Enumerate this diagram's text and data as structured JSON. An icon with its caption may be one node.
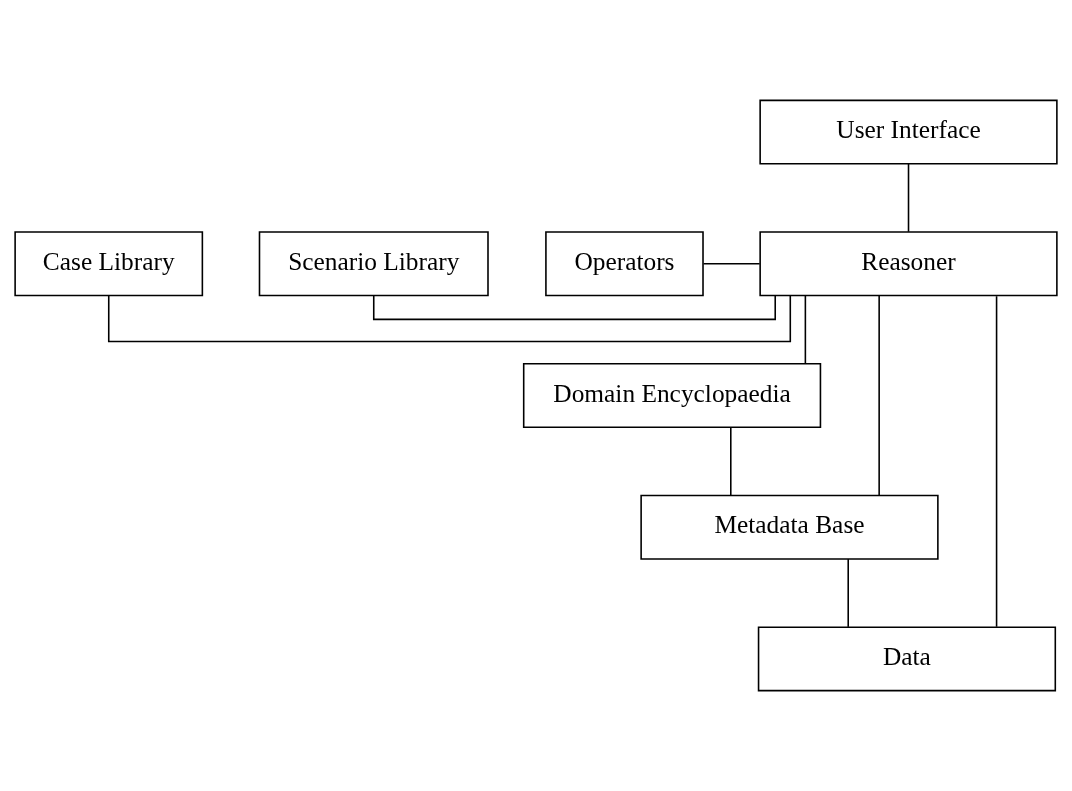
{
  "diagram": {
    "nodes": [
      {
        "text": [
          "User Interface"
        ]
      },
      {
        "text": [
          "Case Library"
        ]
      },
      {
        "text": [
          "Scenario Library"
        ]
      },
      {
        "text": [
          "Reasoner"
        ]
      },
      {
        "text": [
          "Operators"
        ]
      },
      {
        "text": [
          "Domain Encyclopaedia"
        ]
      },
      {
        "text": [
          "Metadata Base"
        ]
      },
      {
        "text": [
          "Data"
        ]
      }
    ],
    "edges": [
      {
        "from": 0,
        "to": 3,
        "arrow": "none"
      },
      {
        "from": 1,
        "to": 3,
        "arrow": "none"
      },
      {
        "from": 2,
        "to": 3,
        "arrow": "none"
      },
      {
        "from": 4,
        "to": 3,
        "arrow": "none"
      },
      {
        "from": 3,
        "to": 5,
        "arrow": "none"
      },
      {
        "from": 3,
        "to": 6,
        "arrow": "none"
      },
      {
        "from": 3,
        "to": 7,
        "arrow": "none"
      },
      {
        "from": 5,
        "to": 6,
        "arrow": "none"
      },
      {
        "from": 6,
        "to": 7,
        "arrow": "none"
      }
    ]
  }
}
